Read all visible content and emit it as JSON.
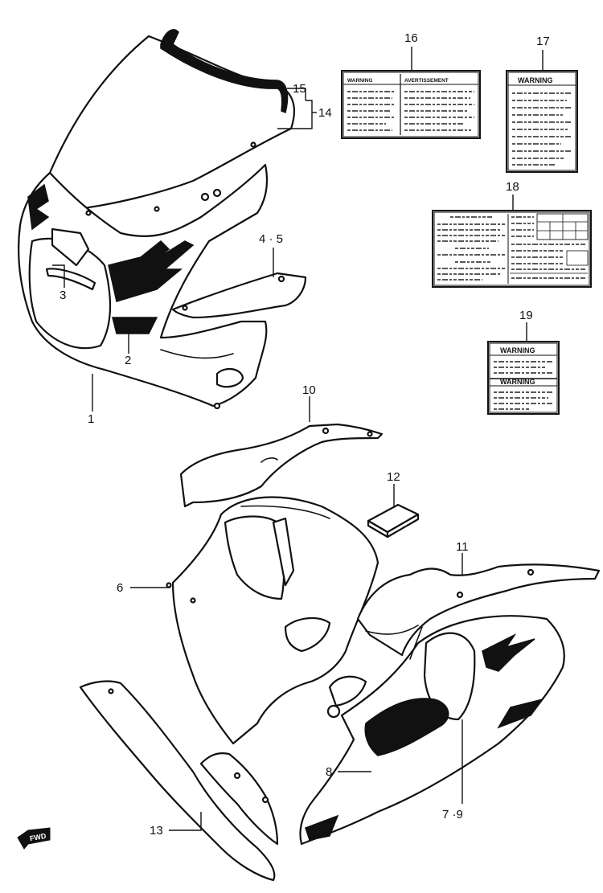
{
  "callouts": {
    "c1": "1",
    "c2": "2",
    "c3": "3",
    "c45": "4 · 5",
    "c6": "6",
    "c79": "7 ·9",
    "c8": "8",
    "c10": "10",
    "c11": "11",
    "c12": "12",
    "c13": "13",
    "c14": "14",
    "c15": "15",
    "c16": "16",
    "c17": "17",
    "c18": "18",
    "c19": "19"
  },
  "labels": {
    "warning": "WARNING",
    "avertissement": "AVERTISSEMENT"
  },
  "fwd": "FWD"
}
